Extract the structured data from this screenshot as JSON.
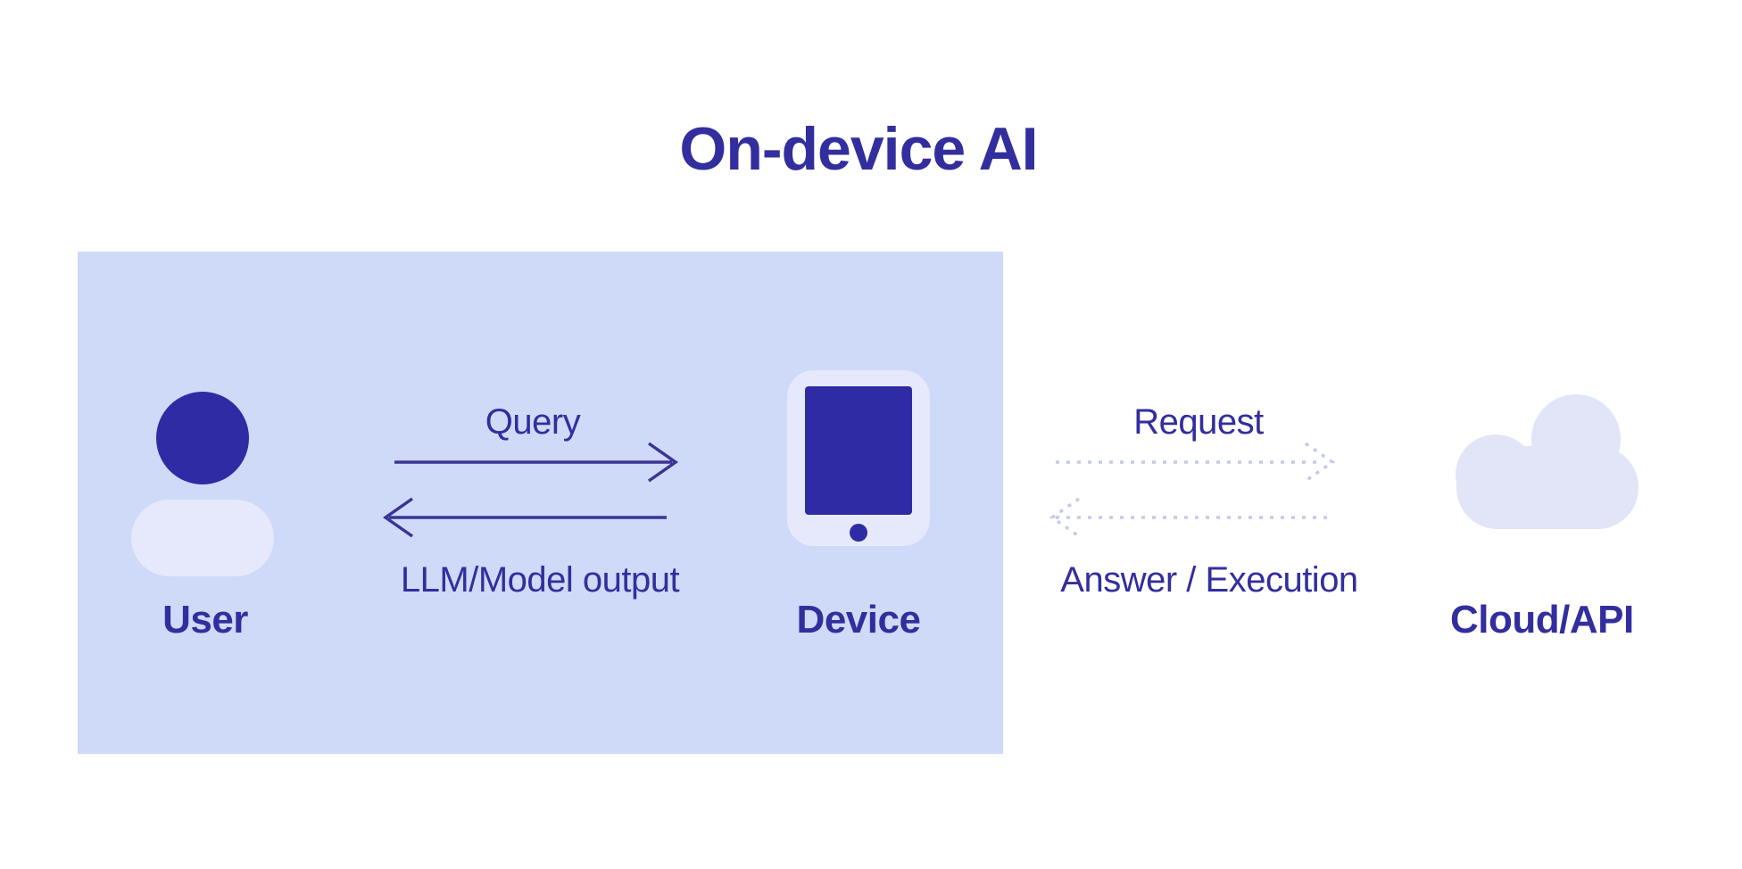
{
  "title": "On-device AI",
  "device_panel": {
    "nodes": {
      "user": {
        "label": "User"
      },
      "device": {
        "label": "Device"
      }
    },
    "flows": {
      "query": {
        "label": "Query",
        "direction": "right",
        "style": "solid"
      },
      "model_output": {
        "label": "LLM/Model output",
        "direction": "left",
        "style": "solid"
      }
    }
  },
  "cloud_section": {
    "nodes": {
      "cloud": {
        "label": "Cloud/API"
      }
    },
    "flows": {
      "request": {
        "label": "Request",
        "direction": "right",
        "style": "dashed"
      },
      "answer": {
        "label": "Answer / Execution",
        "direction": "left",
        "style": "dashed"
      }
    }
  },
  "colors": {
    "accent_text": "#322e9e",
    "icon_primary": "#2f2ba5",
    "icon_light": "#e6e9fb",
    "cloud_fill": "#e2e5f7",
    "panel_bg": "#cfdaf8",
    "solid_arrow": "#3b3494",
    "dashed_arrow": "#c5c9e9",
    "background": "#ffffff"
  }
}
